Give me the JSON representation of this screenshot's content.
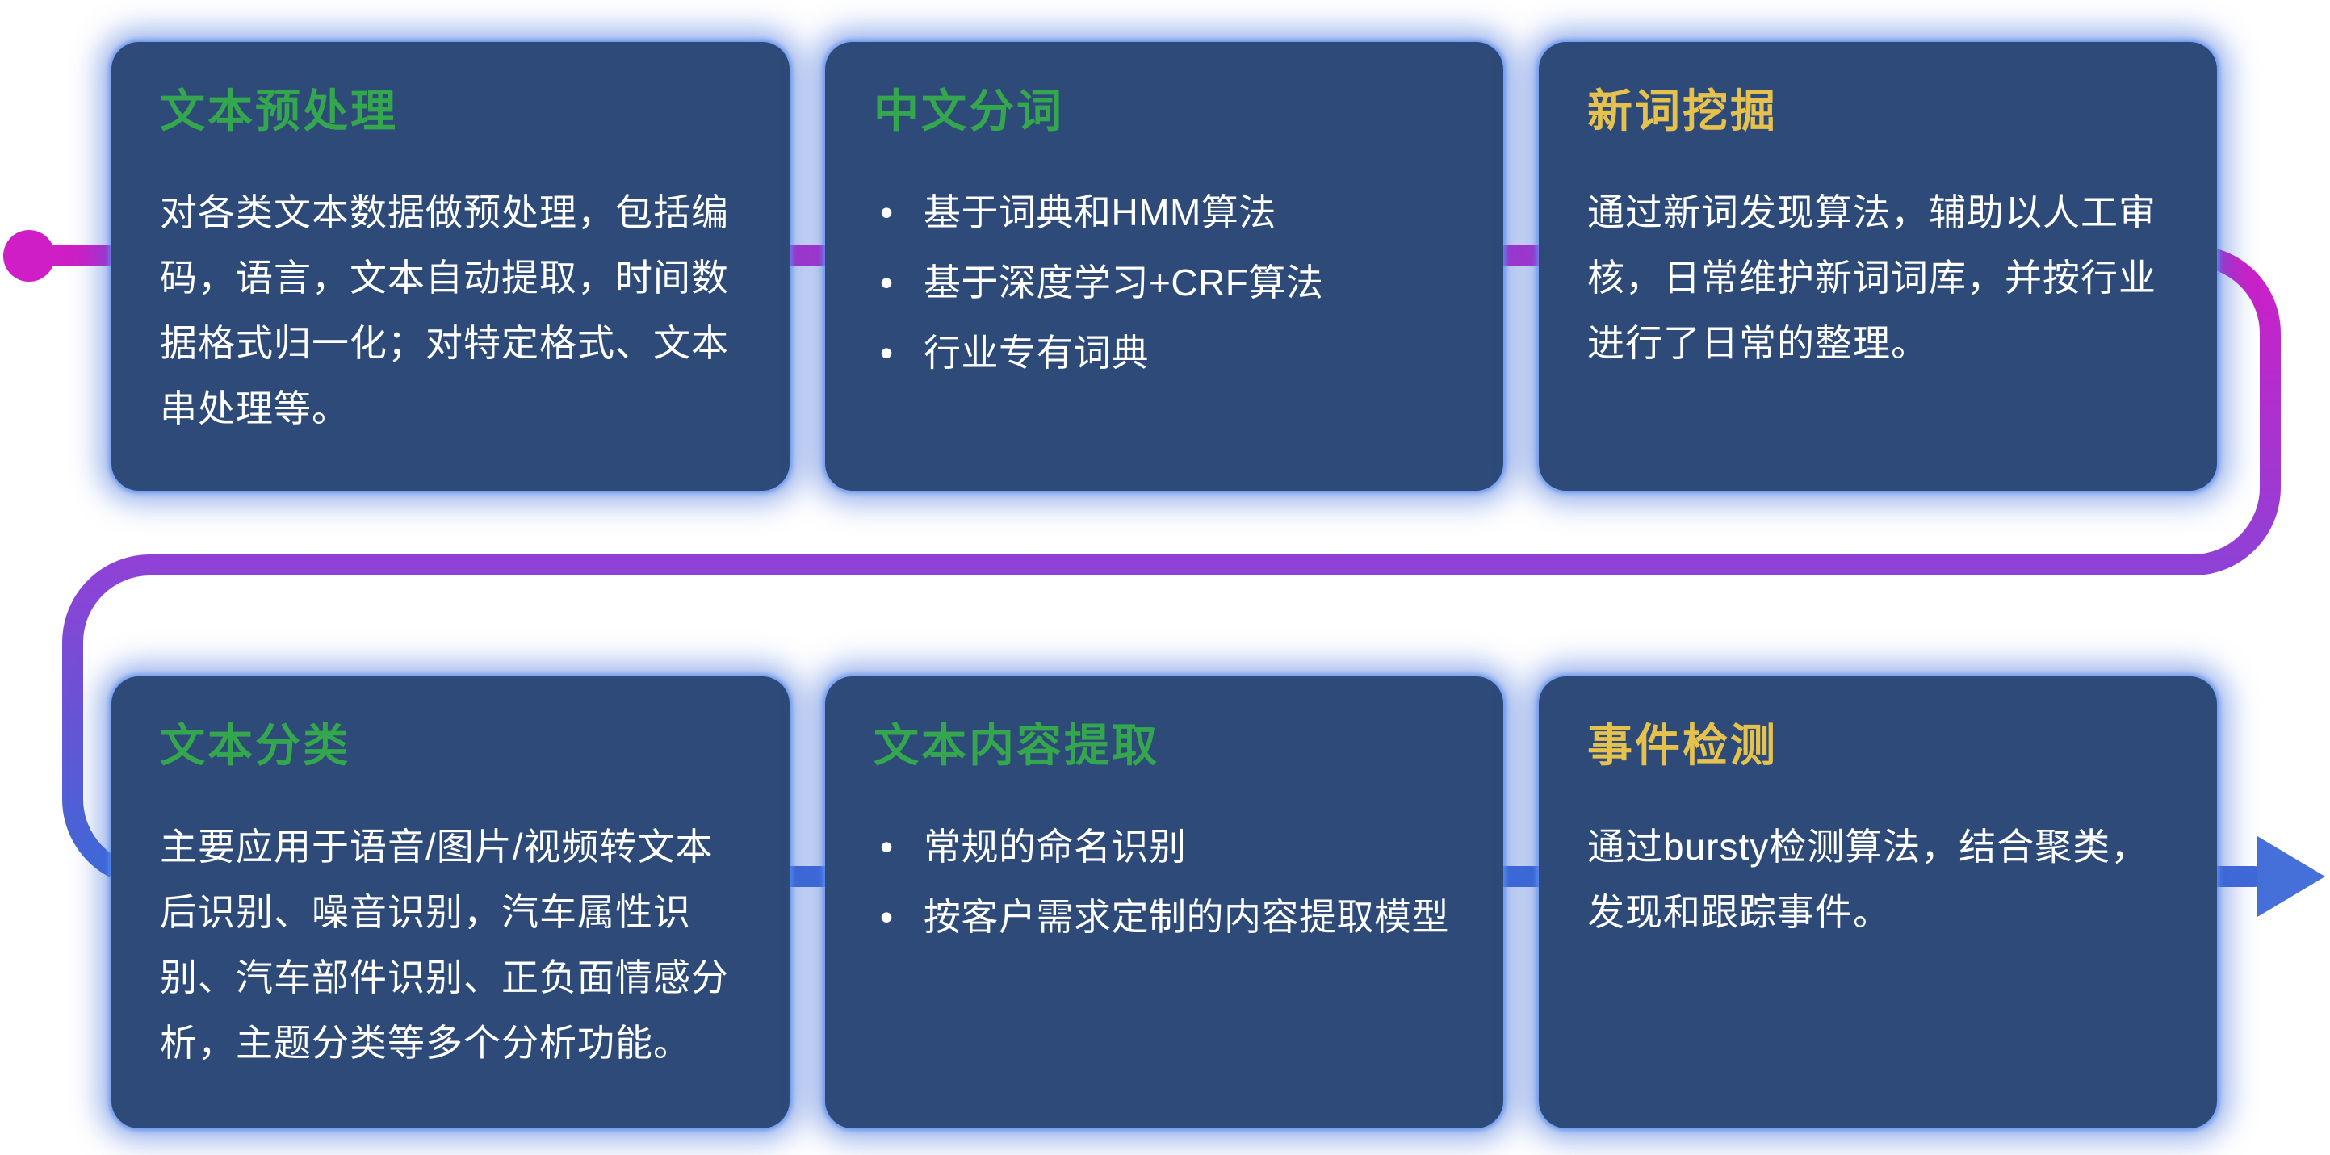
{
  "colors": {
    "card_background": "#2d4a78",
    "card_glow": "#3a6ad9",
    "title_green": "#33a64e",
    "title_yellow": "#e5c14d",
    "body_text": "#ffffff",
    "flow_start_magenta": "#cf1ec6",
    "flow_mid_purple": "#8f41d6",
    "flow_end_blue": "#3f69d6"
  },
  "bullet_glyph": "•",
  "cards": [
    {
      "title": "文本预处理",
      "body": "对各类文本数据做预处理，包括编码，语言，文本自动提取，时间数据格式归一化；对特定格式、文本串处理等。"
    },
    {
      "title": "中文分词",
      "bullets": [
        "基于词典和HMM算法",
        "基于深度学习+CRF算法",
        "行业专有词典"
      ]
    },
    {
      "title": "新词挖掘",
      "body": "通过新词发现算法，辅助以人工审核，日常维护新词词库，并按行业进行了日常的整理。"
    },
    {
      "title": "文本分类",
      "body": "主要应用于语音/图片/视频转文本后识别、噪音识别，汽车属性识别、汽车部件识别、正负面情感分析，主题分类等多个分析功能。"
    },
    {
      "title": "文本内容提取",
      "bullets": [
        "常规的命名识别",
        "按客户需求定制的内容提取模型"
      ]
    },
    {
      "title": "事件检测",
      "body": "通过bursty检测算法，结合聚类，发现和跟踪事件。"
    }
  ]
}
